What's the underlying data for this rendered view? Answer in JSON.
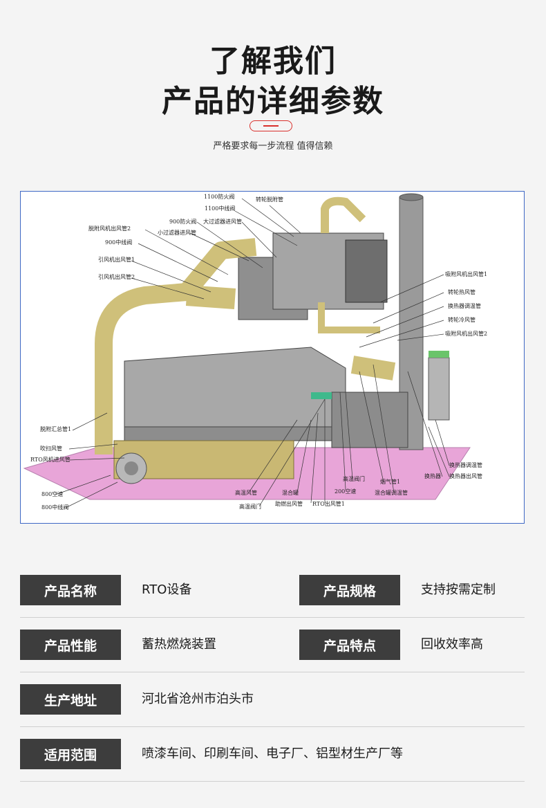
{
  "header": {
    "title_line1": "了解我们",
    "title_line2": "产品的详细参数",
    "subtitle": "严格要求每一步流程 值得信赖",
    "accent_color": "#d9302c"
  },
  "diagram": {
    "labels": [
      "1100防火阀",
      "转轮脱附管",
      "1100中线阀",
      "大过滤器进风管",
      "900防火阀",
      "小过滤器进风管",
      "脱附风机出风管2",
      "900中线阀",
      "引风机出风管1",
      "引风机出风管2",
      "吸附风机出风管1",
      "转轮热风管",
      "换热器调温管",
      "转轮冷风管",
      "吸附风机出风管2",
      "脱附汇总管1",
      "吹扫风管",
      "RTO风机进风管",
      "800空速",
      "800中线阀",
      "高温风管",
      "高温阀门",
      "混合罐",
      "助燃出风管",
      "RTO出风管1",
      "高温阀门",
      "200空速",
      "烟气管1",
      "混合罐调温管",
      "换热器",
      "换热器调温管",
      "换热器出风管"
    ]
  },
  "specs": [
    {
      "key": "产品名称",
      "value": "RTO设备",
      "key2": "产品规格",
      "value2": "支持按需定制"
    },
    {
      "key": "产品性能",
      "value": "蓄热燃烧装置",
      "key2": "产品特点",
      "value2": "回收效率高"
    },
    {
      "key": "生产地址",
      "value": "河北省沧州市泊头市"
    },
    {
      "key": "适用范围",
      "value": "喷漆车间、印刷车间、电子厂、铝型材生产厂等"
    }
  ]
}
